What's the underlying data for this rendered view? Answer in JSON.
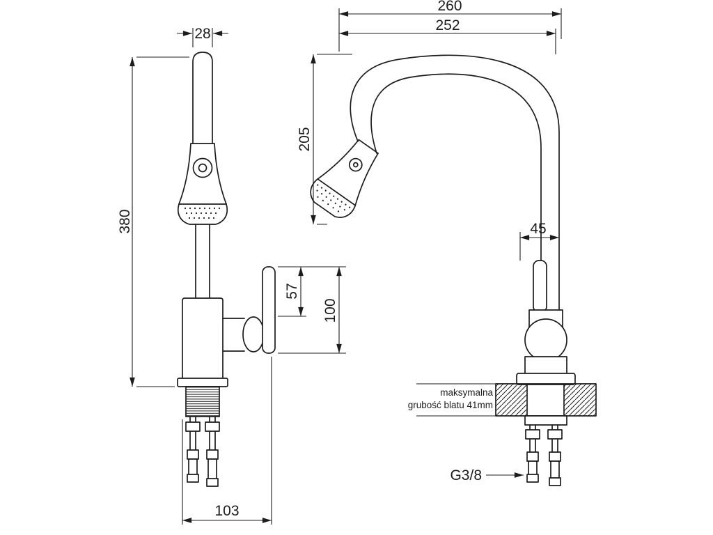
{
  "drawing": {
    "title": "faucet-technical-dimension-drawing",
    "dim_28": "28",
    "dim_380": "380",
    "dim_57": "57",
    "dim_100": "100",
    "dim_103": "103",
    "dim_260": "260",
    "dim_252": "252",
    "dim_205": "205",
    "dim_45": "45",
    "thread_label": "G3/8",
    "counter_note_line1": "maksymalna",
    "counter_note_line2": "grubość blatu 41mm"
  },
  "colors": {
    "line": "#1c1c1c",
    "background": "#ffffff"
  }
}
